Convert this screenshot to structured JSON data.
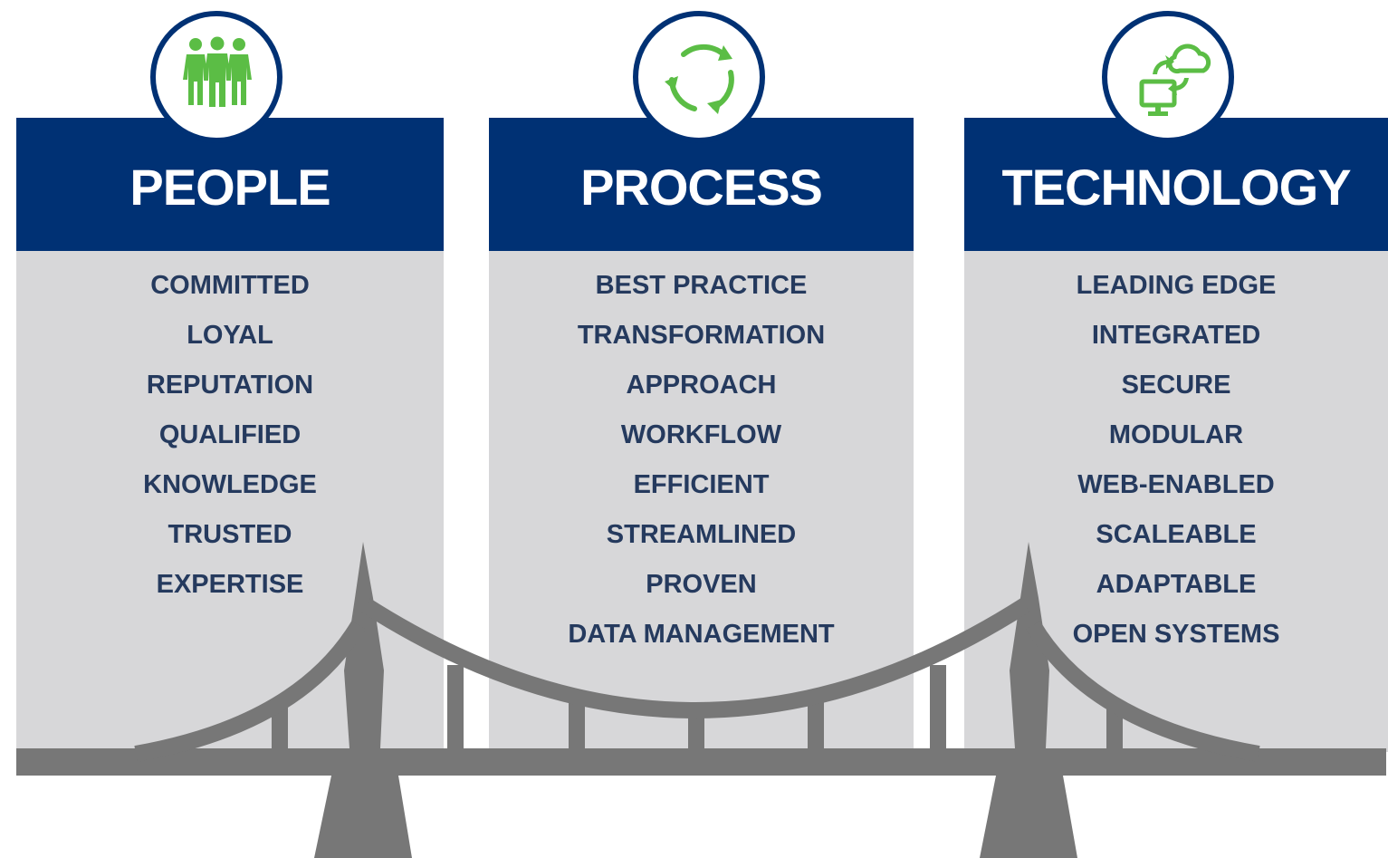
{
  "pillars": [
    {
      "title": "PEOPLE",
      "icon": "people-icon",
      "items": [
        "COMMITTED",
        "LOYAL",
        "REPUTATION",
        "QUALIFIED",
        "KNOWLEDGE",
        "TRUSTED",
        "EXPERTISE"
      ]
    },
    {
      "title": "PROCESS",
      "icon": "cycle-arrows-icon",
      "items": [
        "BEST PRACTICE",
        "TRANSFORMATION",
        "APPROACH",
        "WORKFLOW",
        "EFFICIENT",
        "STREAMLINED",
        "PROVEN",
        "DATA MANAGEMENT"
      ]
    },
    {
      "title": "TECHNOLOGY",
      "icon": "computer-cloud-sync-icon",
      "items": [
        "LEADING EDGE",
        "INTEGRATED",
        "SECURE",
        "MODULAR",
        "WEB-ENABLED",
        "SCALEABLE",
        "ADAPTABLE",
        "OPEN SYSTEMS"
      ]
    }
  ],
  "bridge_icon": "bridge-icon",
  "colors": {
    "header": "#003174",
    "panel": "#d7d7d9",
    "text": "#253a5e",
    "icon_green": "#5bbd45",
    "bridge": "#777777"
  }
}
